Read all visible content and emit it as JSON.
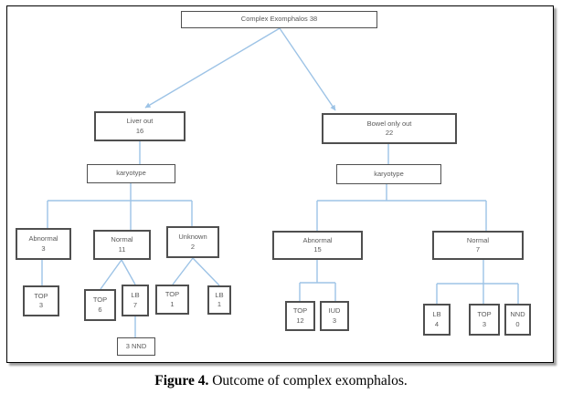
{
  "figure_caption": {
    "label": "Figure 4.",
    "text": " Outcome of complex exomphalos."
  },
  "colors": {
    "connector_blue": "#9DC3E6",
    "box_border_gray": "#4F4F4F",
    "box_text_gray": "#595959",
    "frame_black": "#000000"
  },
  "diagram": {
    "type": "flowchart",
    "nodes": [
      {
        "id": "root",
        "label": "Complex Exomphalos 38",
        "value": ""
      },
      {
        "id": "liver-out",
        "label": "Liver out",
        "value": "16"
      },
      {
        "id": "bowel-only-out",
        "label": "Bowel only out",
        "value": "22"
      },
      {
        "id": "karyotype-left",
        "label": "karyotype",
        "value": ""
      },
      {
        "id": "karyotype-right",
        "label": "karyotype",
        "value": ""
      },
      {
        "id": "abnormal-liver",
        "label": "Abnormal",
        "value": "3"
      },
      {
        "id": "normal-liver",
        "label": "Normal",
        "value": "11"
      },
      {
        "id": "unknown-liver",
        "label": "Unknown",
        "value": "2"
      },
      {
        "id": "abnormal-bowel",
        "label": "Abnormal",
        "value": "15"
      },
      {
        "id": "normal-bowel",
        "label": "Normal",
        "value": "7"
      },
      {
        "id": "top-abnormal-liver",
        "label": "TOP",
        "value": "3"
      },
      {
        "id": "top-normal-liver",
        "label": "TOP",
        "value": "6"
      },
      {
        "id": "lb-normal-liver",
        "label": "LB",
        "value": "7"
      },
      {
        "id": "top-unknown-liver",
        "label": "TOP",
        "value": "1"
      },
      {
        "id": "lb-unknown-liver",
        "label": "LB",
        "value": "1"
      },
      {
        "id": "nnd-lb-liver",
        "label": "3 NND",
        "value": ""
      },
      {
        "id": "top-abnormal-bowel",
        "label": "TOP",
        "value": "12"
      },
      {
        "id": "iud-abnormal-bowel",
        "label": "IUD",
        "value": "3"
      },
      {
        "id": "lb-normal-bowel",
        "label": "LB",
        "value": "4"
      },
      {
        "id": "top-normal-bowel",
        "label": "TOP",
        "value": "3"
      },
      {
        "id": "nnd-normal-bowel",
        "label": "NND",
        "value": "0"
      }
    ],
    "edges": [
      {
        "from": "root",
        "to": "liver-out",
        "style": "arrow"
      },
      {
        "from": "root",
        "to": "bowel-only-out",
        "style": "arrow"
      },
      {
        "from": "liver-out",
        "to": "karyotype-left",
        "style": "line"
      },
      {
        "from": "karyotype-left",
        "to": "abnormal-liver",
        "style": "elbow"
      },
      {
        "from": "karyotype-left",
        "to": "normal-liver",
        "style": "elbow"
      },
      {
        "from": "karyotype-left",
        "to": "unknown-liver",
        "style": "elbow"
      },
      {
        "from": "abnormal-liver",
        "to": "top-abnormal-liver",
        "style": "line"
      },
      {
        "from": "normal-liver",
        "to": "top-normal-liver",
        "style": "diagonal"
      },
      {
        "from": "normal-liver",
        "to": "lb-normal-liver",
        "style": "diagonal"
      },
      {
        "from": "unknown-liver",
        "to": "top-unknown-liver",
        "style": "diagonal"
      },
      {
        "from": "unknown-liver",
        "to": "lb-unknown-liver",
        "style": "diagonal"
      },
      {
        "from": "lb-normal-liver",
        "to": "nnd-lb-liver",
        "style": "line"
      },
      {
        "from": "bowel-only-out",
        "to": "karyotype-right",
        "style": "line"
      },
      {
        "from": "karyotype-right",
        "to": "abnormal-bowel",
        "style": "elbow"
      },
      {
        "from": "karyotype-right",
        "to": "normal-bowel",
        "style": "elbow"
      },
      {
        "from": "abnormal-bowel",
        "to": "top-abnormal-bowel",
        "style": "elbow"
      },
      {
        "from": "abnormal-bowel",
        "to": "iud-abnormal-bowel",
        "style": "elbow"
      },
      {
        "from": "normal-bowel",
        "to": "lb-normal-bowel",
        "style": "elbow"
      },
      {
        "from": "normal-bowel",
        "to": "top-normal-bowel",
        "style": "elbow"
      },
      {
        "from": "normal-bowel",
        "to": "nnd-normal-bowel",
        "style": "elbow"
      }
    ]
  }
}
